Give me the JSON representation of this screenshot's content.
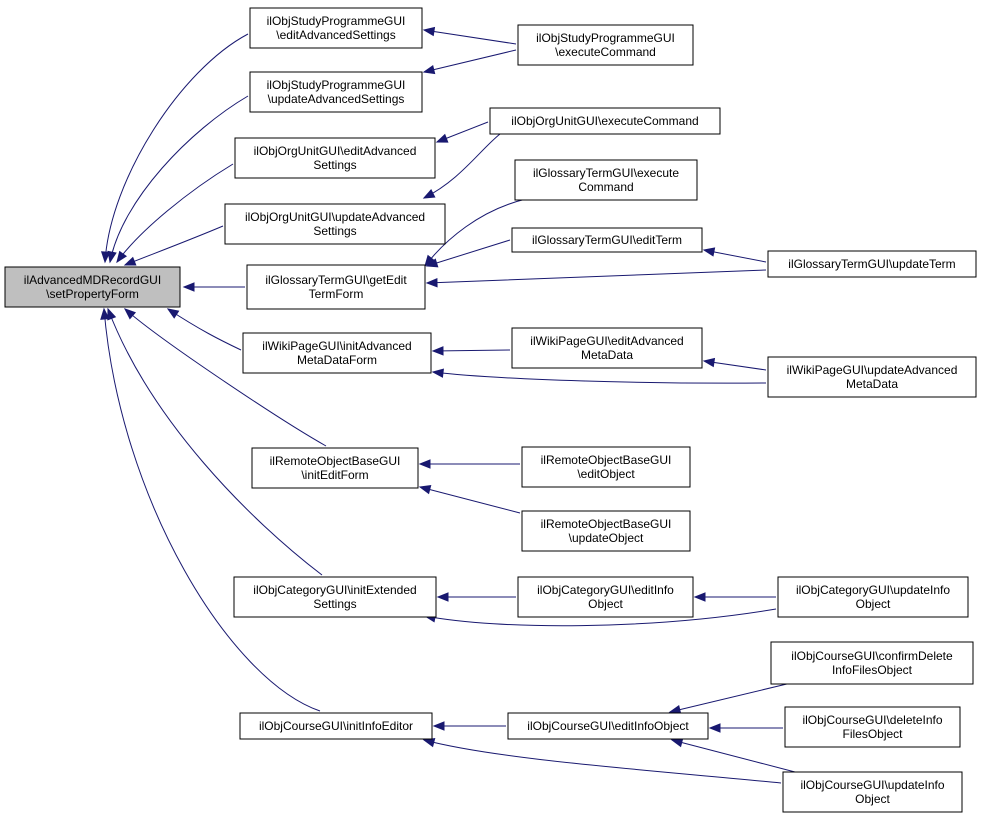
{
  "diagram": {
    "nodes": [
      {
        "id": "root",
        "lines": [
          "ilAdvancedMDRecordGUI",
          "\\setPropertyForm"
        ],
        "root": true
      },
      {
        "id": "sp_edit",
        "lines": [
          "ilObjStudyProgrammeGUI",
          "\\editAdvancedSettings"
        ]
      },
      {
        "id": "sp_update",
        "lines": [
          "ilObjStudyProgrammeGUI",
          "\\updateAdvancedSettings"
        ]
      },
      {
        "id": "sp_exec",
        "lines": [
          "ilObjStudyProgrammeGUI",
          "\\executeCommand"
        ]
      },
      {
        "id": "ou_edit",
        "lines": [
          "ilObjOrgUnitGUI\\editAdvanced",
          "Settings"
        ]
      },
      {
        "id": "ou_update",
        "lines": [
          "ilObjOrgUnitGUI\\updateAdvanced",
          "Settings"
        ]
      },
      {
        "id": "ou_exec",
        "lines": [
          "ilObjOrgUnitGUI\\executeCommand"
        ]
      },
      {
        "id": "gt_get",
        "lines": [
          "ilGlossaryTermGUI\\getEdit",
          "TermForm"
        ]
      },
      {
        "id": "gt_exec",
        "lines": [
          "ilGlossaryTermGUI\\execute",
          "Command"
        ]
      },
      {
        "id": "gt_edit",
        "lines": [
          "ilGlossaryTermGUI\\editTerm"
        ]
      },
      {
        "id": "gt_update",
        "lines": [
          "ilGlossaryTermGUI\\updateTerm"
        ]
      },
      {
        "id": "wp_init",
        "lines": [
          "ilWikiPageGUI\\initAdvanced",
          "MetaDataForm"
        ]
      },
      {
        "id": "wp_edit",
        "lines": [
          "ilWikiPageGUI\\editAdvanced",
          "MetaData"
        ]
      },
      {
        "id": "wp_update",
        "lines": [
          "ilWikiPageGUI\\updateAdvanced",
          "MetaData"
        ]
      },
      {
        "id": "ro_init",
        "lines": [
          "ilRemoteObjectBaseGUI",
          "\\initEditForm"
        ]
      },
      {
        "id": "ro_edit",
        "lines": [
          "ilRemoteObjectBaseGUI",
          "\\editObject"
        ]
      },
      {
        "id": "ro_update",
        "lines": [
          "ilRemoteObjectBaseGUI",
          "\\updateObject"
        ]
      },
      {
        "id": "cat_init",
        "lines": [
          "ilObjCategoryGUI\\initExtended",
          "Settings"
        ]
      },
      {
        "id": "cat_edit",
        "lines": [
          "ilObjCategoryGUI\\editInfo",
          "Object"
        ]
      },
      {
        "id": "cat_update",
        "lines": [
          "ilObjCategoryGUI\\updateInfo",
          "Object"
        ]
      },
      {
        "id": "crs_init",
        "lines": [
          "ilObjCourseGUI\\initInfoEditor"
        ]
      },
      {
        "id": "crs_edit",
        "lines": [
          "ilObjCourseGUI\\editInfoObject"
        ]
      },
      {
        "id": "crs_confirm",
        "lines": [
          "ilObjCourseGUI\\confirmDelete",
          "InfoFilesObject"
        ]
      },
      {
        "id": "crs_delete",
        "lines": [
          "ilObjCourseGUI\\deleteInfo",
          "FilesObject"
        ]
      },
      {
        "id": "crs_update",
        "lines": [
          "ilObjCourseGUI\\updateInfo",
          "Object"
        ]
      }
    ],
    "edges": [
      {
        "from": "sp_edit",
        "to": "root"
      },
      {
        "from": "sp_update",
        "to": "root"
      },
      {
        "from": "ou_edit",
        "to": "root"
      },
      {
        "from": "ou_update",
        "to": "root"
      },
      {
        "from": "gt_get",
        "to": "root"
      },
      {
        "from": "wp_init",
        "to": "root"
      },
      {
        "from": "ro_init",
        "to": "root"
      },
      {
        "from": "cat_init",
        "to": "root"
      },
      {
        "from": "crs_init",
        "to": "root"
      },
      {
        "from": "sp_exec",
        "to": "sp_edit"
      },
      {
        "from": "sp_exec",
        "to": "sp_update"
      },
      {
        "from": "ou_exec",
        "to": "ou_edit"
      },
      {
        "from": "ou_exec",
        "to": "ou_update"
      },
      {
        "from": "gt_exec",
        "to": "gt_get"
      },
      {
        "from": "gt_edit",
        "to": "gt_get"
      },
      {
        "from": "gt_update",
        "to": "gt_get"
      },
      {
        "from": "gt_update",
        "to": "gt_edit"
      },
      {
        "from": "wp_edit",
        "to": "wp_init"
      },
      {
        "from": "wp_update",
        "to": "wp_init"
      },
      {
        "from": "wp_update",
        "to": "wp_edit"
      },
      {
        "from": "ro_edit",
        "to": "ro_init"
      },
      {
        "from": "ro_update",
        "to": "ro_init"
      },
      {
        "from": "cat_edit",
        "to": "cat_init"
      },
      {
        "from": "cat_update",
        "to": "cat_init"
      },
      {
        "from": "cat_update",
        "to": "cat_edit"
      },
      {
        "from": "crs_edit",
        "to": "crs_init"
      },
      {
        "from": "crs_update",
        "to": "crs_init"
      },
      {
        "from": "crs_confirm",
        "to": "crs_edit"
      },
      {
        "from": "crs_delete",
        "to": "crs_edit"
      },
      {
        "from": "crs_update",
        "to": "crs_edit"
      }
    ],
    "colors": {
      "edge": "#191970",
      "root_fill": "#bfbfbf",
      "node_fill": "#ffffff",
      "border": "#000000"
    }
  }
}
